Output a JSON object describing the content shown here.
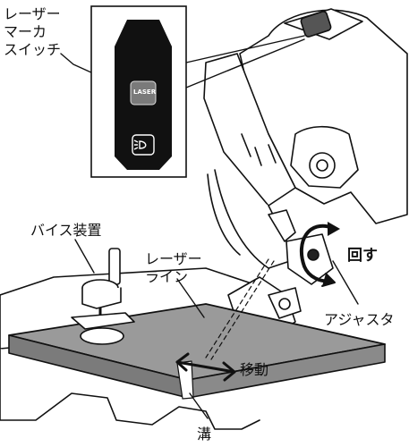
{
  "labels": {
    "laser_switch": [
      "レーザー",
      "マーカ",
      "スイッチ"
    ],
    "vise": "バイス装置",
    "laser_line": [
      "レーザー",
      "ライン"
    ],
    "rotate": "回す",
    "adjuster": "アジャスタ",
    "move": "移動",
    "groove": "溝"
  },
  "switch_panel": {
    "laser_button_text": "LASER",
    "light_icon": "lamp-icon"
  },
  "colors": {
    "line": "#111111",
    "board_fill": "#9a9a9a",
    "panel_dark": "#111111",
    "button_gray": "#7a7a7a"
  }
}
